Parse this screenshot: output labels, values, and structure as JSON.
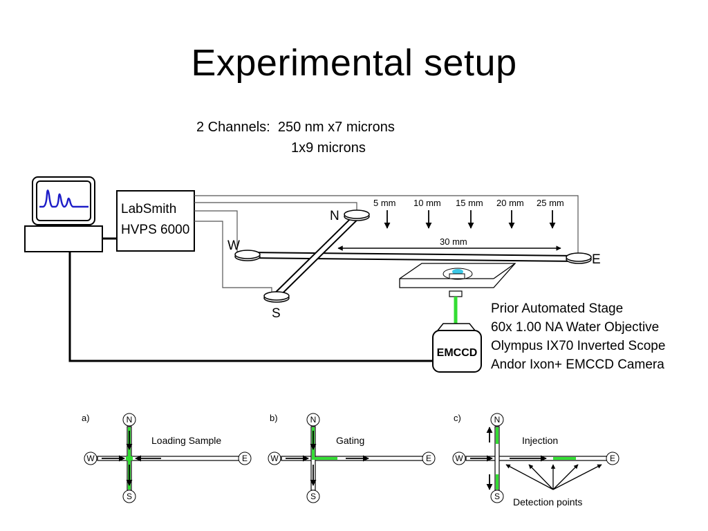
{
  "title": "Experimental setup",
  "channels": {
    "label": "2 Channels:",
    "line1": "250 nm x7 microns",
    "line2": "1x9 microns"
  },
  "setup": {
    "hvps_line1": "LabSmith",
    "hvps_line2": "HVPS 6000",
    "ports": {
      "north": "N",
      "south": "S",
      "west": "W",
      "east": "E"
    },
    "detection_distances": [
      "5 mm",
      "10 mm",
      "15 mm",
      "20 mm",
      "25 mm"
    ],
    "channel_length": "30 mm",
    "camera_label": "EMCCD",
    "equipment": [
      "Prior Automated Stage",
      "60x 1.00 NA Water Objective",
      "Olympus IX70 Inverted Scope",
      "Andor Ixon+ EMCCD Camera"
    ],
    "colors": {
      "signal_trace": "#1e1ec8",
      "laser": "#33dd33",
      "stage_spot": "#3cc8e6"
    }
  },
  "panels": [
    {
      "letter": "a)",
      "caption": "Loading Sample",
      "n": "N",
      "s": "S",
      "w": "W",
      "e": "E"
    },
    {
      "letter": "b)",
      "caption": "Gating",
      "n": "N",
      "s": "S",
      "w": "W",
      "e": "E"
    },
    {
      "letter": "c)",
      "caption": "Injection",
      "n": "N",
      "s": "S",
      "w": "W",
      "e": "E",
      "note": "Detection points"
    }
  ],
  "sample_color": "#33dd33"
}
